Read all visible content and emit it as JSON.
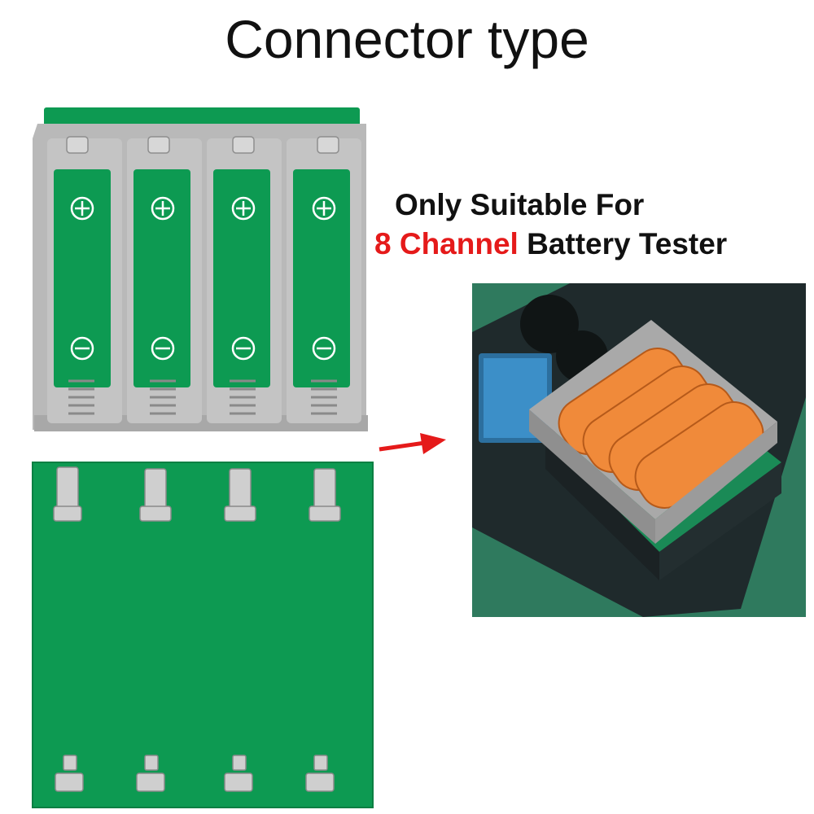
{
  "title": "Connector type",
  "caption": {
    "line1": "Only Suitable For",
    "line2_highlight": "8 Channel",
    "line2_rest": " Battery Tester"
  },
  "colors": {
    "pcb_green": "#0d9a52",
    "holder_gray": "#b5b5b5",
    "highlight_red": "#e51a1a",
    "battery_orange": "#f08a3a"
  },
  "icons": {
    "plus": "plus-icon",
    "minus": "minus-icon",
    "arrow": "arrow-right-icon"
  }
}
